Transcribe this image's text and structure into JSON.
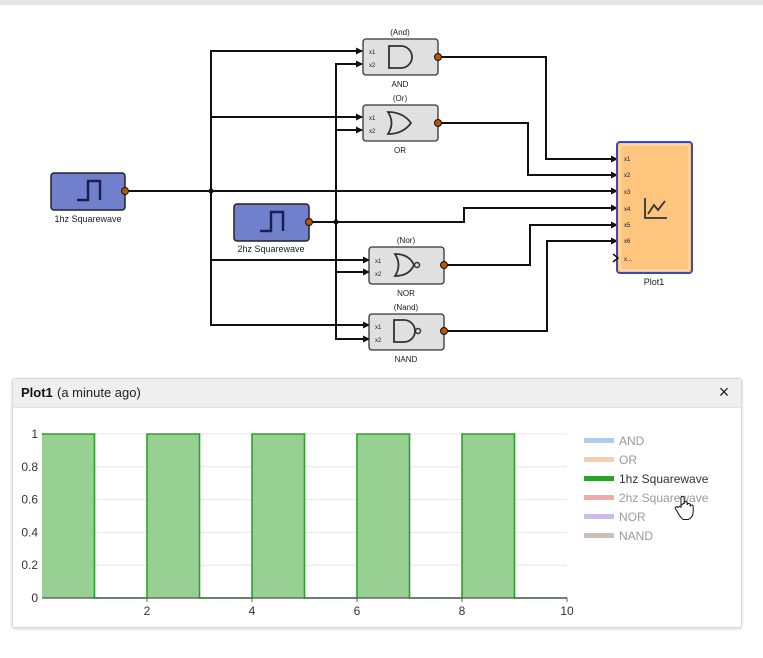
{
  "diagram": {
    "blocks": {
      "sq1": {
        "label": "1hz Squarewave"
      },
      "sq2": {
        "label": "2hz Squarewave"
      },
      "and": {
        "label": "AND",
        "tag": "(And)"
      },
      "or": {
        "label": "OR",
        "tag": "(Or)"
      },
      "nor": {
        "label": "NOR",
        "tag": "(Nor)"
      },
      "nand": {
        "label": "NAND",
        "tag": "(Nand)"
      },
      "plot": {
        "label": "Plot1"
      }
    },
    "ports": {
      "x1": "x1",
      "x2": "x2",
      "x3": "x3",
      "x4": "x4",
      "x5": "x5",
      "x6": "x6",
      "more": "x..."
    },
    "colors": {
      "source": "#7080cc",
      "plot": "#fdc57e",
      "plot_border": "#3b4bb5",
      "gate": "#e0e0e0",
      "port": "#b5560b"
    }
  },
  "panel": {
    "title": "Plot1",
    "time": "(a minute ago)",
    "close": "×"
  },
  "chart_data": {
    "type": "area",
    "title": "",
    "xlabel": "",
    "ylabel": "",
    "xlim": [
      0,
      10
    ],
    "ylim": [
      0,
      1
    ],
    "x_ticks": [
      "2",
      "4",
      "6",
      "8",
      "10"
    ],
    "y_ticks": [
      "0",
      "0.2",
      "0.4",
      "0.6",
      "0.8",
      "1"
    ],
    "grid": "horizontal",
    "legend": "right",
    "series": [
      {
        "name": "AND",
        "color": "#a7c7e7",
        "visible": false,
        "points": []
      },
      {
        "name": "OR",
        "color": "#f7c8a1",
        "visible": false,
        "points": []
      },
      {
        "name": "1hz Squarewave",
        "color": "#2ca02c",
        "visible": true,
        "points": [
          [
            0,
            1
          ],
          [
            1,
            1
          ],
          [
            1,
            0
          ],
          [
            2,
            0
          ],
          [
            2,
            1
          ],
          [
            3,
            1
          ],
          [
            3,
            0
          ],
          [
            4,
            0
          ],
          [
            4,
            1
          ],
          [
            5,
            1
          ],
          [
            5,
            0
          ],
          [
            6,
            0
          ],
          [
            6,
            1
          ],
          [
            7,
            1
          ],
          [
            7,
            0
          ],
          [
            8,
            0
          ],
          [
            8,
            1
          ],
          [
            9,
            1
          ],
          [
            9,
            0
          ],
          [
            10,
            0
          ]
        ]
      },
      {
        "name": "2hz Squarewave",
        "color": "#f0a0a0",
        "visible": false,
        "points": []
      },
      {
        "name": "NOR",
        "color": "#c9b3e6",
        "visible": false,
        "points": []
      },
      {
        "name": "NAND",
        "color": "#cbb7b0",
        "visible": false,
        "points": []
      }
    ]
  }
}
